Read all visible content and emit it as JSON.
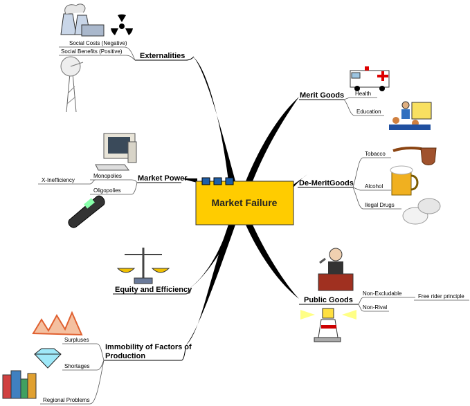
{
  "center": {
    "title": "Market Failure",
    "fill": "#FFCC00",
    "tab_color": "#1F5FA8"
  },
  "externalities": {
    "title": "Externalities",
    "items": [
      "Social Costs (Negative)",
      "Social Benefits (Positive)"
    ]
  },
  "market_power": {
    "title": "Market Power",
    "items": [
      "Monopolies",
      "Oligopolies"
    ],
    "extra": "X-Inefficiency"
  },
  "equity": {
    "title": "Equity and Efficiency"
  },
  "immobility": {
    "title_line1": "Immobility of Factors of",
    "title_line2": "Production",
    "items": [
      "Surpluses",
      "Shortages",
      "Regional Problems"
    ]
  },
  "merit": {
    "title": "Merit Goods",
    "items": [
      "Health",
      "Education"
    ]
  },
  "demerit": {
    "title": "De-MeritGoods",
    "items": [
      "Tobacco",
      "Alcohol",
      "Ilegal Drugs"
    ]
  },
  "public_goods": {
    "title": "Public Goods",
    "items": [
      "Non-Excludable",
      "Non-Rival"
    ],
    "extra": "Free rider principle"
  },
  "icons": [
    "nuclear-plant-icon",
    "radiation-icon",
    "windmill-icon",
    "ambulance-icon",
    "teacher-icon",
    "pipe-icon",
    "beer-icon",
    "pills-icon",
    "computer-icon",
    "mobile-phone-icon",
    "scales-icon",
    "judge-icon",
    "lighthouse-icon",
    "mountains-icon",
    "diamond-icon",
    "city-icon"
  ]
}
